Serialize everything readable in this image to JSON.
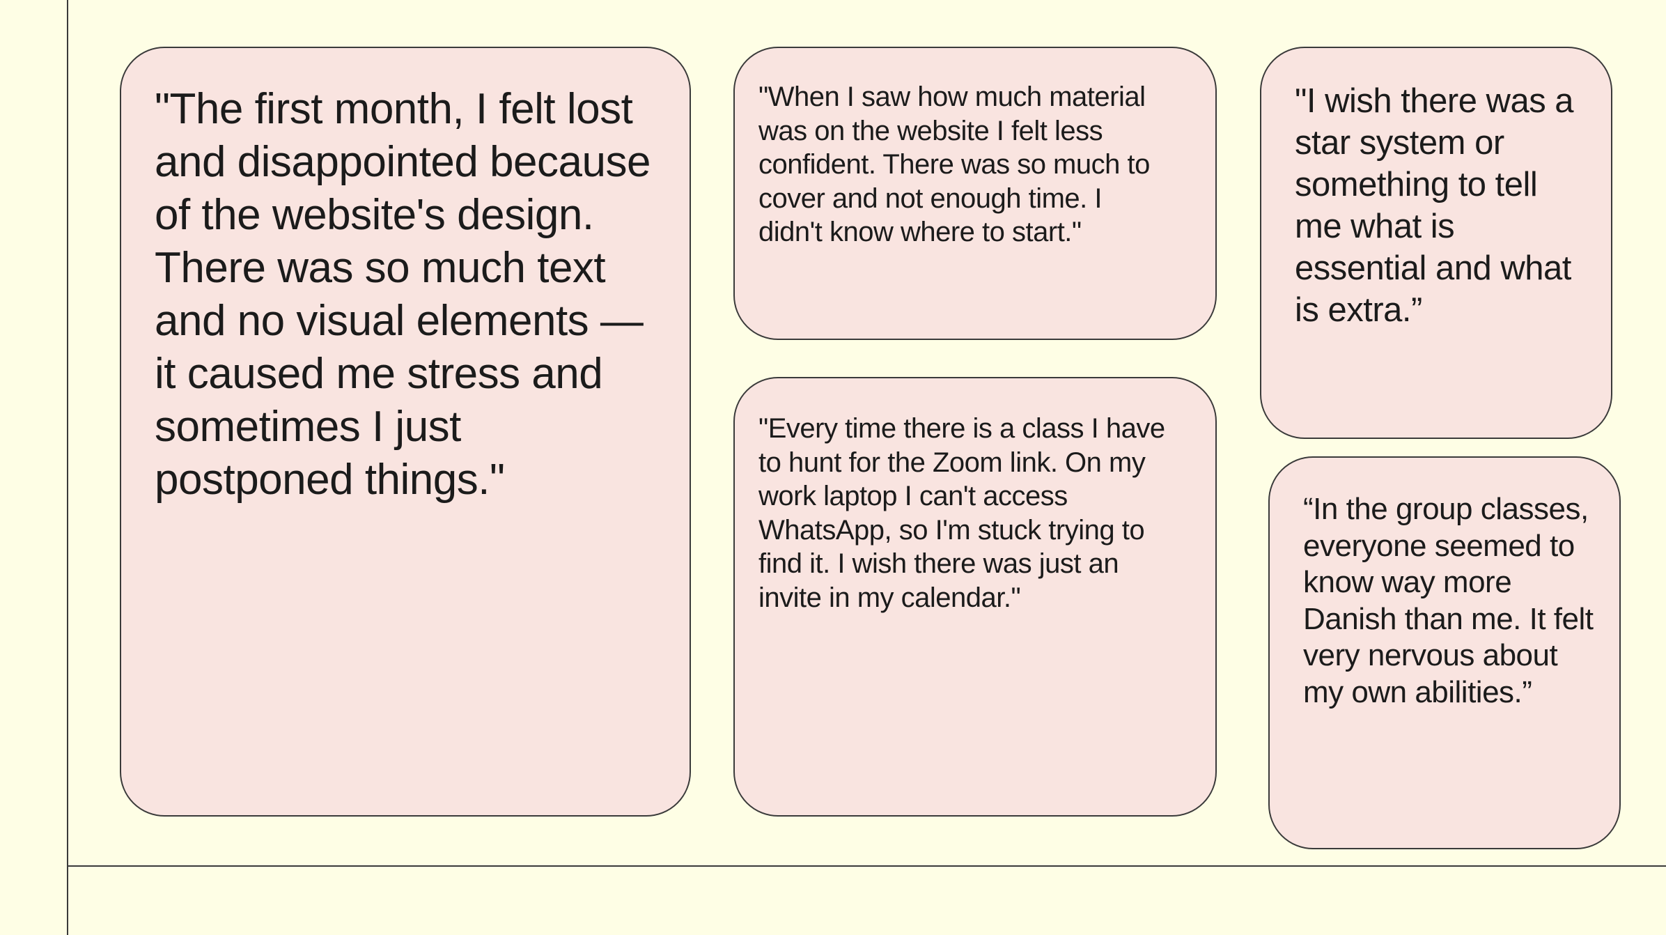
{
  "quotes": [
    "\"The first month, I felt lost and disappointed because of the website's design. There was so much text and no visual elements — it caused me stress and sometimes I just postponed things.\"",
    "\"When I saw how much material\n  was on the website I felt less\n  confident. There was so much to\n  cover and not enough time. I\n  didn't know where to start.\"",
    "\"Every time there is a class I have\n  to hunt for the Zoom link. On my\n  work laptop I can't access\n  WhatsApp, so I'm stuck trying to\n  find it. I wish there was just an\n  invite in my calendar.\"",
    "\"I wish there was a star system or something to tell me what is essential and what is extra.”",
    "“In the group classes, everyone seemed to know way more Danish than me. It felt very nervous about my own abilities.”"
  ],
  "colors": {
    "background": "#fefee5",
    "card_fill": "#f9e4e0",
    "border": "#3a3a3a",
    "text": "#1b1b1b"
  }
}
